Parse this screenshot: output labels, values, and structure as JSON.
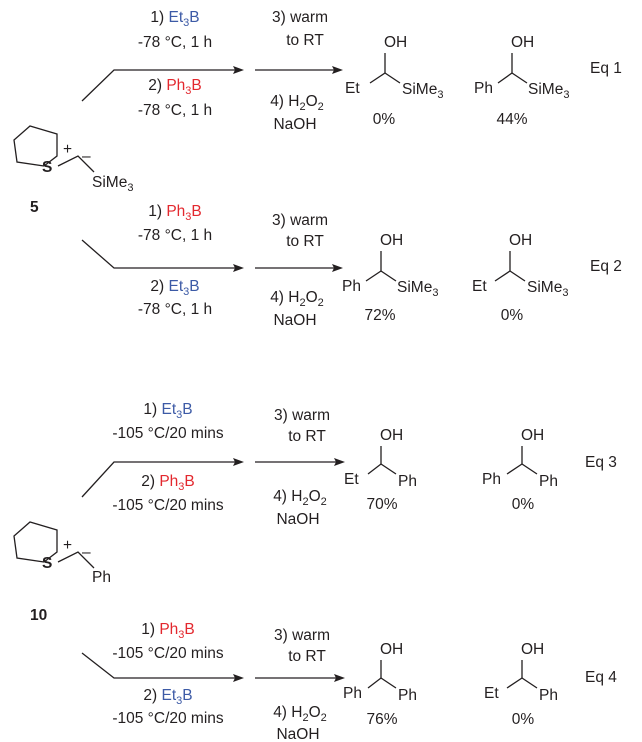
{
  "colors": {
    "ink": "#231f20",
    "ethyl": "#3c5aa6",
    "phenyl": "#e3282e"
  },
  "reagents": {
    "step1": "1)",
    "step2": "2)",
    "step3": "3) warm",
    "step3b": "to RT",
    "step4": "4) H",
    "sub2": "2",
    "o2": "O",
    "naoh": "NaOH",
    "et": "Et",
    "b": "B",
    "ph": "Ph",
    "sub3": "3"
  },
  "conditions": {
    "sulfonium5": "-78 °C, 1 h",
    "sulfonium10": "-105 °C/20 mins"
  },
  "structures": {
    "reagent5": {
      "label": "5",
      "s": "S",
      "plus": "+",
      "minus": "–",
      "si": "SiMe",
      "sub": "3"
    },
    "reagent10": {
      "label": "10",
      "s": "S",
      "plus": "+",
      "minus": "–",
      "ph": "Ph"
    },
    "oh": "OH",
    "et": "Et",
    "ph": "Ph",
    "si": "SiMe",
    "sub3": "3"
  },
  "equations": [
    {
      "label": "Eq 1",
      "yield_a": "0%",
      "yield_b": "44%"
    },
    {
      "label": "Eq 2",
      "yield_a": "72%",
      "yield_b": "0%"
    },
    {
      "label": "Eq 3",
      "yield_a": "70%",
      "yield_b": "0%"
    },
    {
      "label": "Eq 4",
      "yield_a": "76%",
      "yield_b": "0%"
    }
  ]
}
